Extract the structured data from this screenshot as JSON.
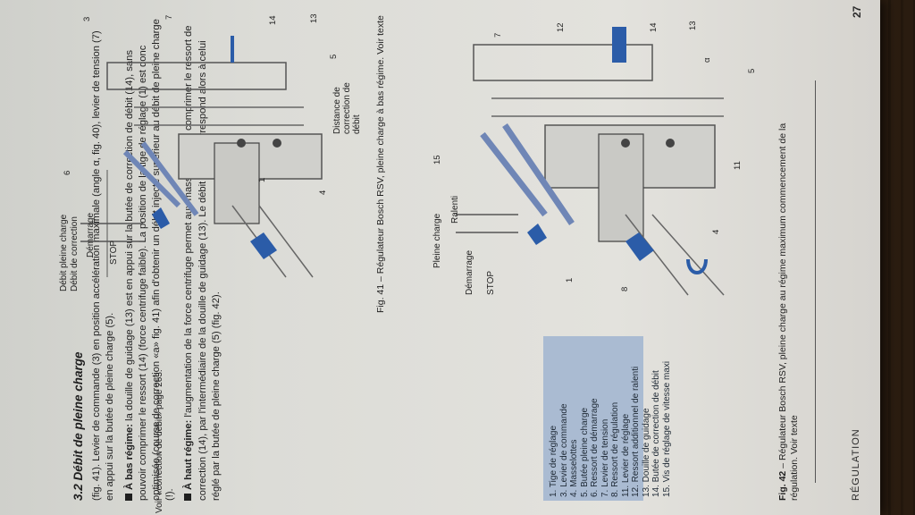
{
  "section": {
    "title": "3.2 Débit de pleine charge",
    "intro": "(fig. 41). Levier de commande (3) en position accélération maximale (angle α, fig. 40), levier de tension (7) en appui sur la butée de pleine charge (5).",
    "para1_lead": "À bas régime:",
    "para1": "la douille de guidage (13) est en appui sur la butée de correction de débit (14), sans pouvoir comprimer le ressort (14) (force centrifuge faible). La position de la tige de réglage (1) est donc optimisée (course de correction «a» fig. 41) afin d'obtenir un débit injecté supérieur au débit de pleine charge (!).",
    "para2_lead": "À haut régime:",
    "para2": "l'augmentation de la force centrifuge permet aux masselottes de comprimer le ressort de correction (14), par l'intermédiaire de la douille de guidage (13). Le débit injecté correspond alors à celui réglé par la butée de pleine charge (5) (fig. 42)."
  },
  "legend_items": [
    "Tige de réglage",
    "Levier de commande",
    "Masselottes",
    "Butée pleine charge",
    "Ressort de démarrage",
    "Levier de tension",
    "Ressort de régulation",
    "Levier de réglage",
    "Ressort additionnel de ralenti",
    "Douille de guidage",
    "Butée de correction de débit",
    "Vis de réglage de vitesse maxi"
  ],
  "legend_numbers": [
    "1.",
    "3.",
    "4.",
    "5.",
    "6.",
    "7.",
    "8.",
    "11.",
    "12.",
    "13.",
    "14.",
    "15."
  ],
  "fig41": {
    "labels_top": [
      "Débit pleine charge",
      "Débit de correction",
      "Démarrage",
      "STOP"
    ],
    "numbers": [
      "6",
      "3",
      "7",
      "14",
      "13",
      "1",
      "4",
      "5"
    ],
    "distance_label": "Distance de correction de débit",
    "caption": "Fig. 41 – Régulateur Bosch RSV, pleine charge à bas régime. Voir texte"
  },
  "fig42": {
    "labels_top": [
      "Pleine charge",
      "Ralenti",
      "Démarrage",
      "STOP"
    ],
    "numbers": [
      "15",
      "7",
      "12",
      "14",
      "13",
      "5",
      "1",
      "8",
      "11",
      "4"
    ],
    "alpha": "α",
    "caption_lead": "Fig. 42",
    "caption": " – Régulateur Bosch RSV, pleine charge au régime maximum commencement de la régulation. Voir texte"
  },
  "footer": {
    "note": "Voir «correction de débit» page 263.",
    "running_head": "RÉGULATION",
    "page_number": "27"
  },
  "colors": {
    "ink_blue": "#2b5ca8",
    "part_blue": "#6f86b6",
    "legend_bg": "#aabbd2",
    "paper": "#dcdcd7"
  }
}
